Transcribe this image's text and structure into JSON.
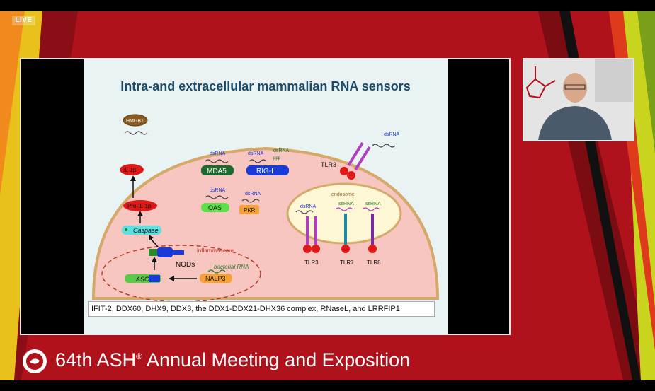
{
  "live_badge": "LIVE",
  "slide": {
    "title": "Intra-and extracellular mammalian RNA sensors",
    "labels": {
      "hmgb1": "HMGB1",
      "il1b": "IL-1β",
      "pro_il1b": "Pro-IL-1β",
      "caspase": "Caspase",
      "asc": "ASC",
      "inflammasome": "inflammasome",
      "nods": "NODs",
      "bacterial_rna": "bacterial RNA",
      "nalp3": "NALP3",
      "mda5": "MDA5",
      "rigi": "RIG-I",
      "oas": "OAS",
      "pkr": "PKR",
      "dsrna": "dsRNA",
      "ssrna": "ssRNA",
      "ppp": "ppp",
      "tlr3": "TLR3",
      "tlr7": "TLR7",
      "tlr8": "TLR8",
      "endosome": "endosome"
    },
    "caption": "IFIT-2, DDX60, DHX9, DDX3, the DDX1-DDX21-DHX36 complex, RNaseL, and LRRFIP1"
  },
  "footer": {
    "event_prefix": "64th ASH",
    "reg": "®",
    "event_suffix": "Annual Meeting and Exposition"
  },
  "colors": {
    "background": "#b0121c",
    "slide_title": "#1d4c6a",
    "cell": "#f7c6c1",
    "cell_edge": "#d4a96a"
  }
}
